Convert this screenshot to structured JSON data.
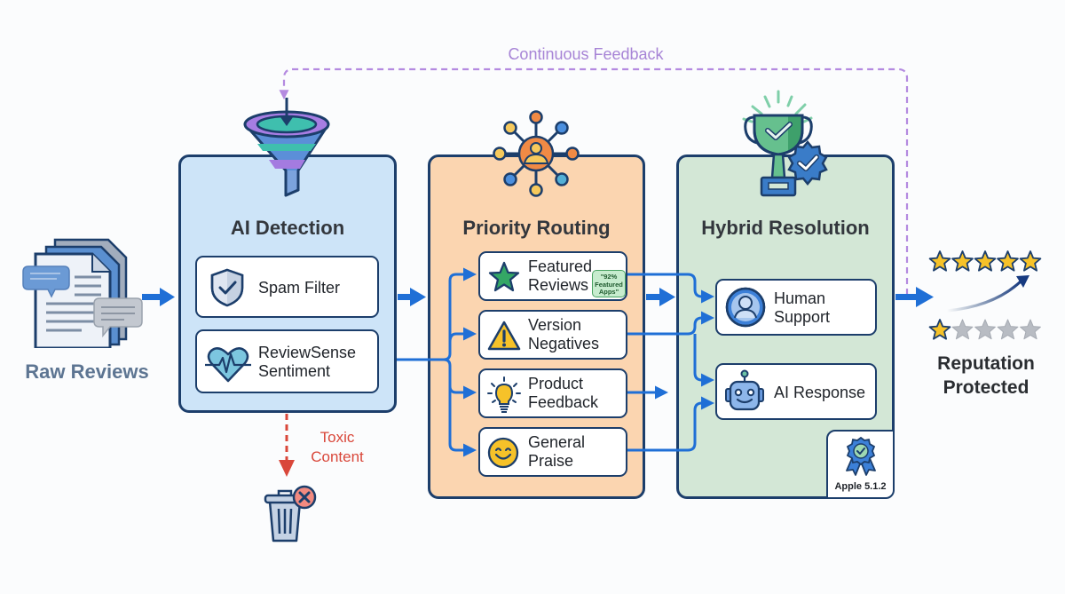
{
  "diagram": {
    "feedback_loop": {
      "label": "Continuous Feedback",
      "color": "#a784d6"
    },
    "input": {
      "label": "Raw Reviews",
      "icon": "documents-with-chat-icon"
    },
    "stages": [
      {
        "id": "detect",
        "title": "AI Detection",
        "icon": "funnel-icon",
        "bg": "#cde4f8",
        "items": [
          {
            "label": "Spam Filter",
            "icon": "shield-check-icon"
          },
          {
            "label_line1": "ReviewSense",
            "label_line2": "Sentiment",
            "icon": "heart-pulse-icon"
          }
        ],
        "reject": {
          "label_line1": "Toxic",
          "label_line2": "Content",
          "icon": "trash-icon"
        }
      },
      {
        "id": "route",
        "title": "Priority Routing",
        "icon": "network-hub-icon",
        "bg": "#fbd5b0",
        "items": [
          {
            "label_line1": "Featured",
            "label_line2": "Reviews",
            "icon": "star-icon",
            "badge": {
              "line1": "\"92%",
              "line2": "Featured",
              "line3": "Apps\""
            }
          },
          {
            "label_line1": "Version",
            "label_line2": "Negatives",
            "icon": "warning-icon"
          },
          {
            "label_line1": "Product",
            "label_line2": "Feedback",
            "icon": "lightbulb-icon"
          },
          {
            "label_line1": "General",
            "label_line2": "Praise",
            "icon": "smiley-icon"
          }
        ]
      },
      {
        "id": "resolve",
        "title": "Hybrid Resolution",
        "icon": "trophy-check-icon",
        "bg": "#d3e7d6",
        "items": [
          {
            "label_line1": "Human",
            "label_line2": "Support",
            "icon": "user-avatar-icon"
          },
          {
            "label": "AI Response",
            "icon": "robot-icon"
          }
        ],
        "compliance_badge": {
          "label": "Apple 5.1.2",
          "icon": "award-ribbon-icon"
        }
      }
    ],
    "output": {
      "label_line1": "Reputation",
      "label_line2": "Protected",
      "rating_before": {
        "filled": 1,
        "total": 5
      },
      "rating_after": {
        "filled": 5,
        "total": 5
      }
    },
    "colors": {
      "flow_arrow": "#1f6fd6",
      "reject_arrow": "#d9473a",
      "border": "#1c3e6b",
      "star_gold": "#f6c229",
      "star_gray": "#b8bcc3"
    }
  }
}
